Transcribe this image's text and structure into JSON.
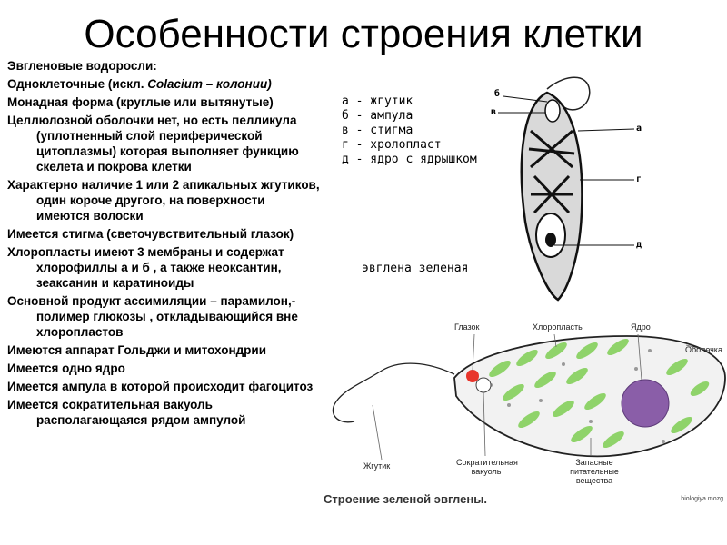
{
  "title": "Особенности строения клетки",
  "items": [
    "Эвгленовые водоросли:",
    "Одноклеточные (искл. ",
    "Монадная форма (круглые или вытянутые)",
    "Целлюлозной оболочки нет, но есть пелликула (уплотненный слой периферической цитоплазмы) которая выполняет функцию скелета и покрова клетки",
    "Характерно наличие 1 или 2 апикальных жгутиков, один короче другого, на поверхности имеются волоски",
    "Имеется стигма (светочувствительный глазок)",
    "Хлоропласты имеют 3 мембраны и содержат хлорофиллы а и б , а также неоксантин, зеаксанин и каратиноиды",
    "Основной продукт ассимиляции – парамилон,- полимер глюкозы , откладывающийся вне хлоропластов",
    "Имеются аппарат Гольджи и митохондрии",
    "Имеется одно ядро",
    "Имеется ампула в которой происходит фагоцитоз",
    "Имеется сократительная вакуоль располагающаяся рядом ампулой"
  ],
  "item1_italic": "Colacium – колонии)",
  "figure1": {
    "legend": [
      "а - жгутик",
      "б - ампула",
      "в - стигма",
      "г - хролопласт",
      "д - ядро с ядрышком"
    ],
    "caption": "эвглена зеленая",
    "markers": [
      "б",
      "в",
      "а",
      "г",
      "д"
    ]
  },
  "figure2": {
    "labels": {
      "eyespot": "Глазок",
      "chloroplasts": "Хлоропласты",
      "nucleus": "Ядро",
      "membrane": "Оболочка",
      "flagellum": "Жгутик",
      "vacuole": "Сократительная вакуоль",
      "reserves": "Запасные питательные вещества"
    },
    "caption": "Строение зеленой эвглены.",
    "source": "biologiya.mozg"
  },
  "colors": {
    "chloroplast": "#8fd36a",
    "nucleus": "#8a5ea8",
    "eyespot": "#e8352b",
    "outline": "#222222"
  }
}
